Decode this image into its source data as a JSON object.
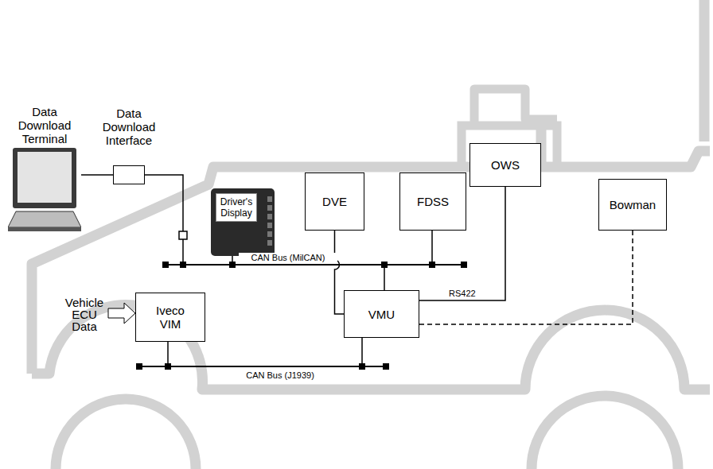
{
  "diagram": {
    "nodes": [
      {
        "text": [
          "Data Download Terminal"
        ]
      },
      {
        "text": [
          "Data Download Interface"
        ]
      },
      {
        "text": [
          "Driver's Display"
        ]
      },
      {
        "text": [
          "DVE"
        ]
      },
      {
        "text": [
          "FDSS"
        ]
      },
      {
        "text": [
          "OWS"
        ]
      },
      {
        "text": [
          "Bowman"
        ]
      },
      {
        "text": [
          "Iveco VIM"
        ]
      },
      {
        "text": [
          "VMU"
        ]
      }
    ],
    "edges": [
      {
        "from": 0,
        "to": 1,
        "arrow": "none"
      },
      {
        "from": 3,
        "to": 8,
        "arrow": "none"
      },
      {
        "from": 8,
        "to": 5,
        "label": "RS422",
        "arrow": "none"
      },
      {
        "from": 8,
        "to": 6,
        "arrow": "none"
      }
    ],
    "labels": [
      "CAN Bus (MilCAN)",
      "CAN Bus (J1939)",
      "Vehicle ECU Data"
    ]
  }
}
